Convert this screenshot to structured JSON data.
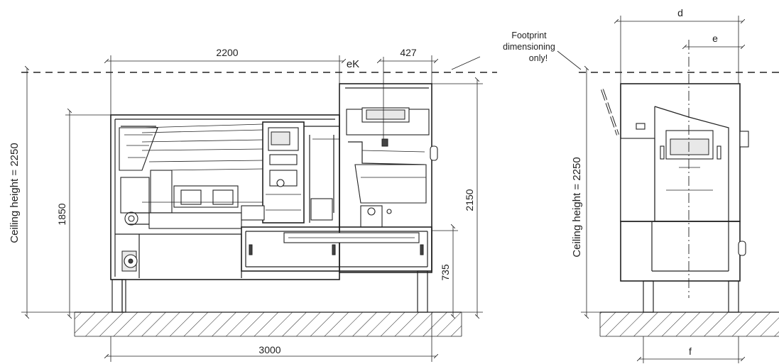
{
  "front_view": {
    "width_top": "2200",
    "ek_label": "eK",
    "offset_427": "427",
    "ceiling_left": "Ceiling height = 2250",
    "height_1850": "1850",
    "height_2150": "2150",
    "height_735": "735",
    "width_bottom": "3000"
  },
  "side_view": {
    "dim_d": "d",
    "dim_e": "e",
    "dim_f": "f",
    "ceiling_right": "Ceiling height = 2250"
  },
  "note": {
    "line1": "Footprint",
    "line2": "dimensioning",
    "line3": "only!"
  }
}
